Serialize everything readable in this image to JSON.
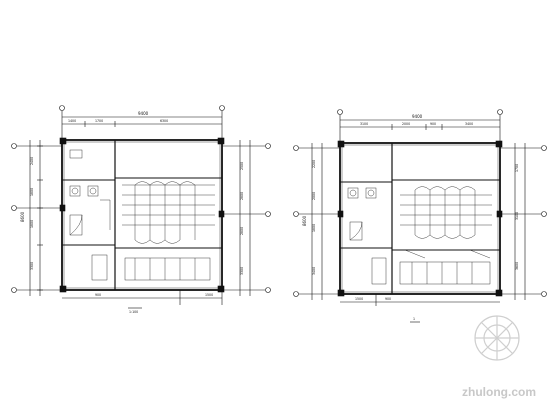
{
  "left_plan": {
    "overall_dim": "9400",
    "top_dims": [
      "1400",
      "1700",
      "6300"
    ],
    "left_dims": [
      "2400",
      "1800",
      "1800",
      "3300"
    ],
    "right_dims": [
      "2500",
      "2800",
      "2800",
      "3300"
    ],
    "overall_height": "8600",
    "bottom_dims": [
      "900",
      "1500"
    ],
    "scale_label": "1:100"
  },
  "right_plan": {
    "overall_dim": "9400",
    "top_dims": [
      "3100",
      "2000",
      "900",
      "3400"
    ],
    "left_dims": [
      "2200",
      "2000",
      "1800",
      "3400"
    ],
    "right_dims": [
      "1700",
      "3100",
      "3600"
    ],
    "overall_height": "8600",
    "bottom_dims": [
      "1500",
      "900"
    ],
    "scale_label": "1"
  },
  "watermark": {
    "text": "zhulong.com"
  }
}
